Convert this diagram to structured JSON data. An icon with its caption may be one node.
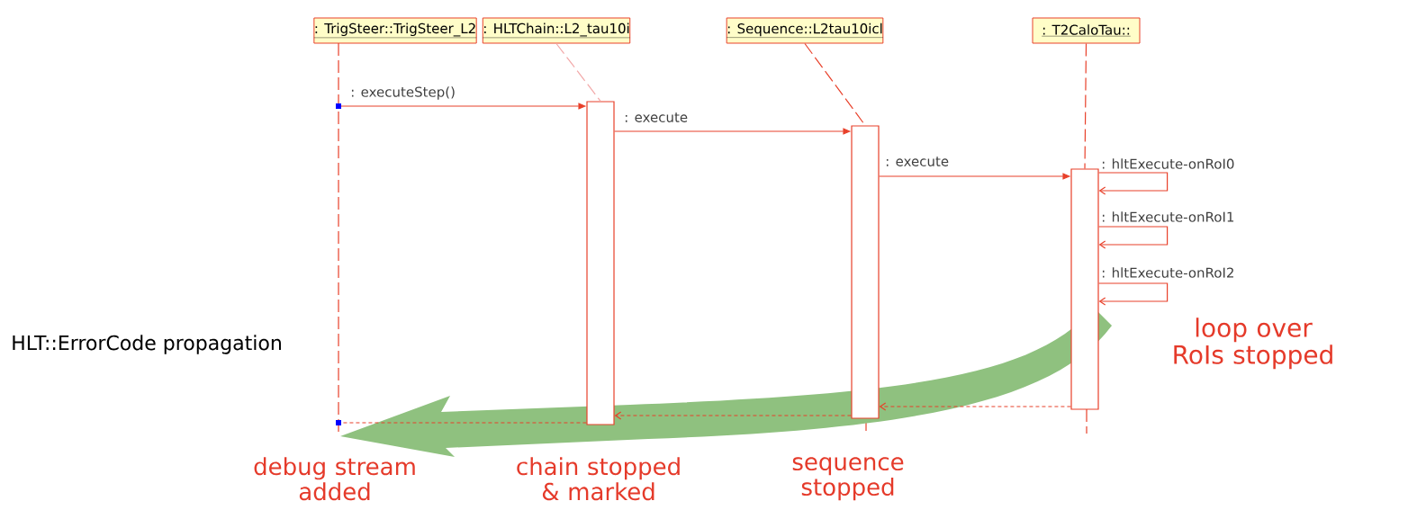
{
  "diagram": {
    "nodes": [
      {
        "text": [
          ": TrigSteer::TrigSteer_L2"
        ]
      },
      {
        "text": [
          ": HLTChain::L2_tau10i"
        ]
      },
      {
        "text": [
          ": Sequence::L2tau10icl"
        ]
      },
      {
        "text": [
          ": T2CaloTau::"
        ]
      },
      {
        "text": [],
        "shape": "bar",
        "beside": [
          "chain stopped & marked"
        ]
      },
      {
        "text": [],
        "shape": "bar",
        "beside": [
          "sequence stopped"
        ]
      },
      {
        "text": [],
        "shape": "bar",
        "beside": [
          "loop over RoIs stopped"
        ]
      }
    ],
    "edges": [
      {
        "from": null,
        "to": 4,
        "arrow": "to",
        "label": ": executeStep()"
      },
      {
        "from": 4,
        "to": 5,
        "arrow": "to",
        "label": ": execute"
      },
      {
        "from": 5,
        "to": 6,
        "arrow": "to",
        "label": ": execute"
      },
      {
        "from": 6,
        "to": 6,
        "arrow": "to",
        "label": ": hltExecute-onRoI0"
      },
      {
        "from": 6,
        "to": 6,
        "arrow": "to",
        "label": ": hltExecute-onRoI1"
      },
      {
        "from": 6,
        "to": 6,
        "arrow": "to",
        "label": ": hltExecute-onRoI2"
      },
      {
        "from": 6,
        "to": 5,
        "arrow": "to",
        "style": "dashed"
      },
      {
        "from": 5,
        "to": 4,
        "arrow": "to",
        "style": "dashed"
      },
      {
        "from": 4,
        "to": null,
        "arrow": "none",
        "style": "dashed"
      },
      {
        "from": 1,
        "to": 4,
        "arrow": "none",
        "style": "dashed",
        "color": "#f2a8a8"
      },
      {
        "from": 2,
        "to": 5,
        "arrow": "none",
        "style": "dashed"
      },
      {
        "from": 3,
        "to": 6,
        "arrow": "none",
        "style": "dashed"
      }
    ],
    "labels": [
      "HLT::ErrorCode propagation",
      "debug stream added"
    ]
  }
}
